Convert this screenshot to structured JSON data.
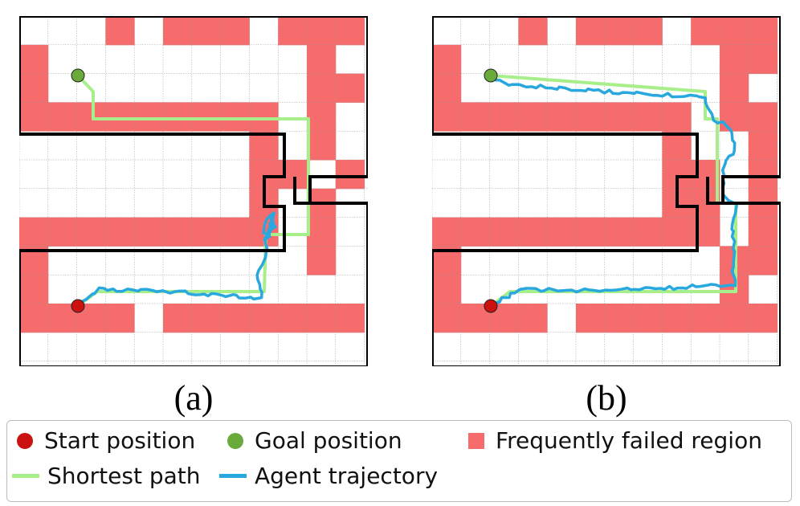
{
  "panels": [
    {
      "caption": "(a)"
    },
    {
      "caption": "(b)"
    }
  ],
  "legend": {
    "start": "Start position",
    "goal": "Goal position",
    "failed": "Frequently failed region",
    "shortest": "Shortest path",
    "agent": "Agent trajectory"
  },
  "colors": {
    "start": "#cc1111",
    "goal": "#6aaa3a",
    "failed": "#f66b6b",
    "shortest": "#a8ee8a",
    "agent": "#29a8e0",
    "wall": "#000000"
  }
}
